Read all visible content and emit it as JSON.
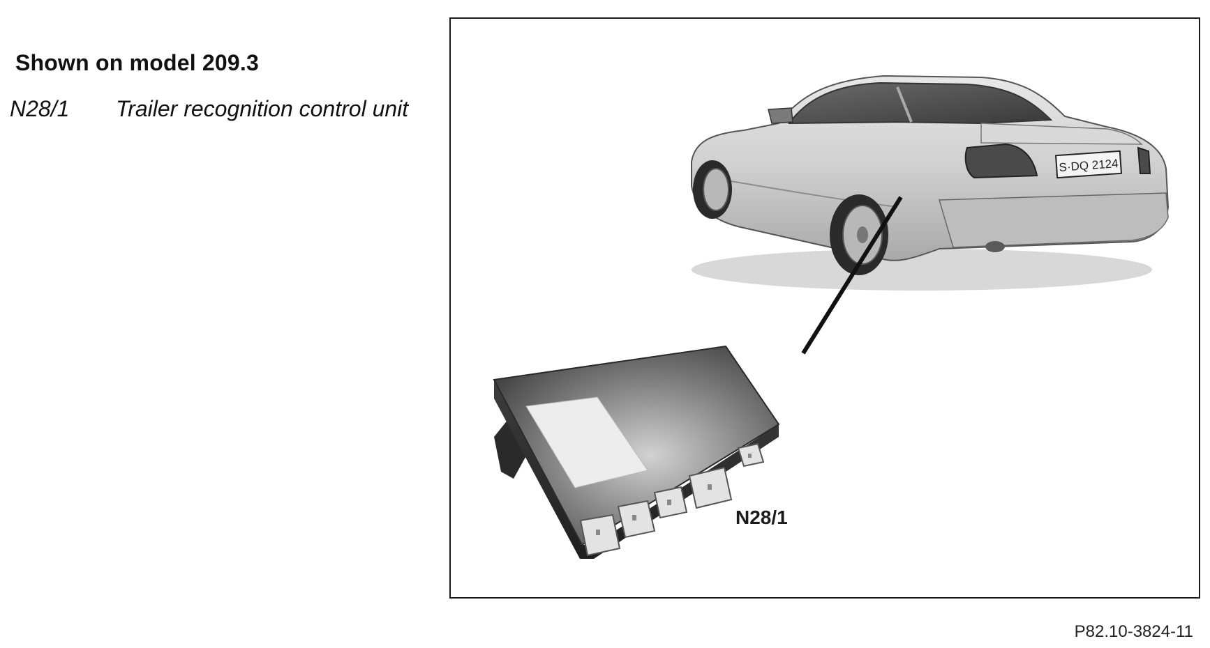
{
  "header": {
    "model_note": "Shown on model 209.3"
  },
  "legend": {
    "items": [
      {
        "code": "N28/1",
        "description": "Trailer recognition control unit"
      }
    ]
  },
  "figure": {
    "callout_label": "N28/1",
    "plate_text": "S·DQ 2124",
    "reference": "P82.10-3824-11"
  }
}
